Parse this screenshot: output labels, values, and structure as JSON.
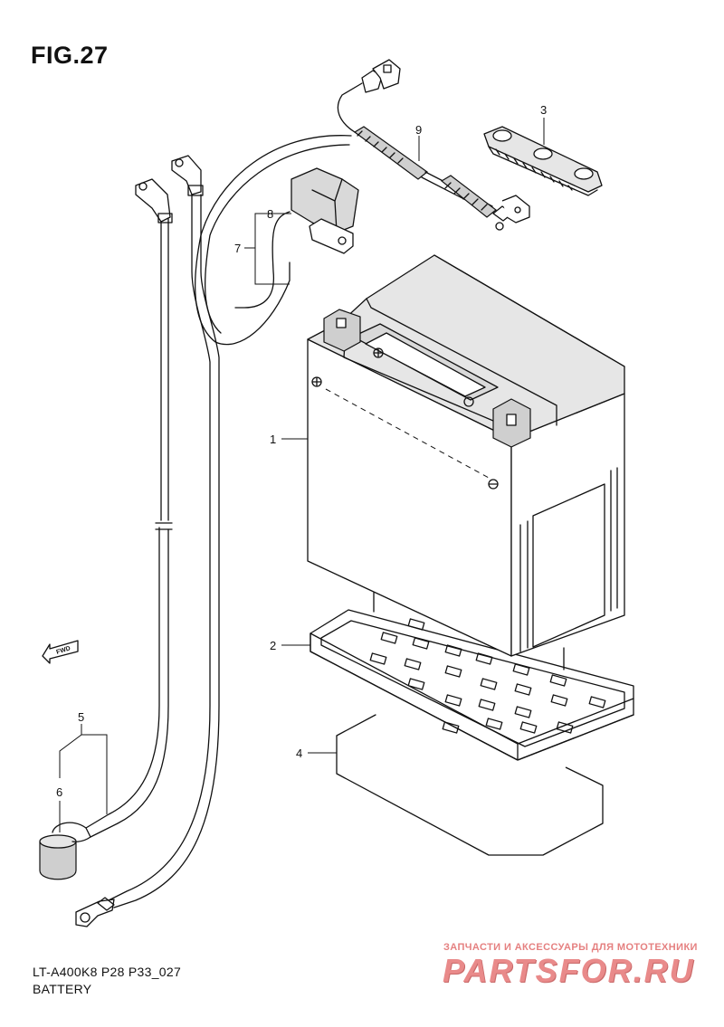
{
  "figure": {
    "title": "FIG.27",
    "model_code": "LT-A400K8 P28 P33_027",
    "caption": "BATTERY"
  },
  "fwd_label": "FWD",
  "parts": [
    {
      "number": "1"
    },
    {
      "number": "2"
    },
    {
      "number": "3"
    },
    {
      "number": "4"
    },
    {
      "number": "5"
    },
    {
      "number": "6"
    },
    {
      "number": "7"
    },
    {
      "number": "8"
    },
    {
      "number": "9"
    }
  ],
  "watermark": {
    "tagline": "ЗАПЧАСТИ И АКСЕССУАРЫ ДЛЯ МОТОТЕХНИКИ",
    "brand": "PARTSFOR.RU"
  },
  "colors": {
    "line": "#111111",
    "fill_light": "#e6e6e6",
    "watermark": "#e98a8a"
  }
}
